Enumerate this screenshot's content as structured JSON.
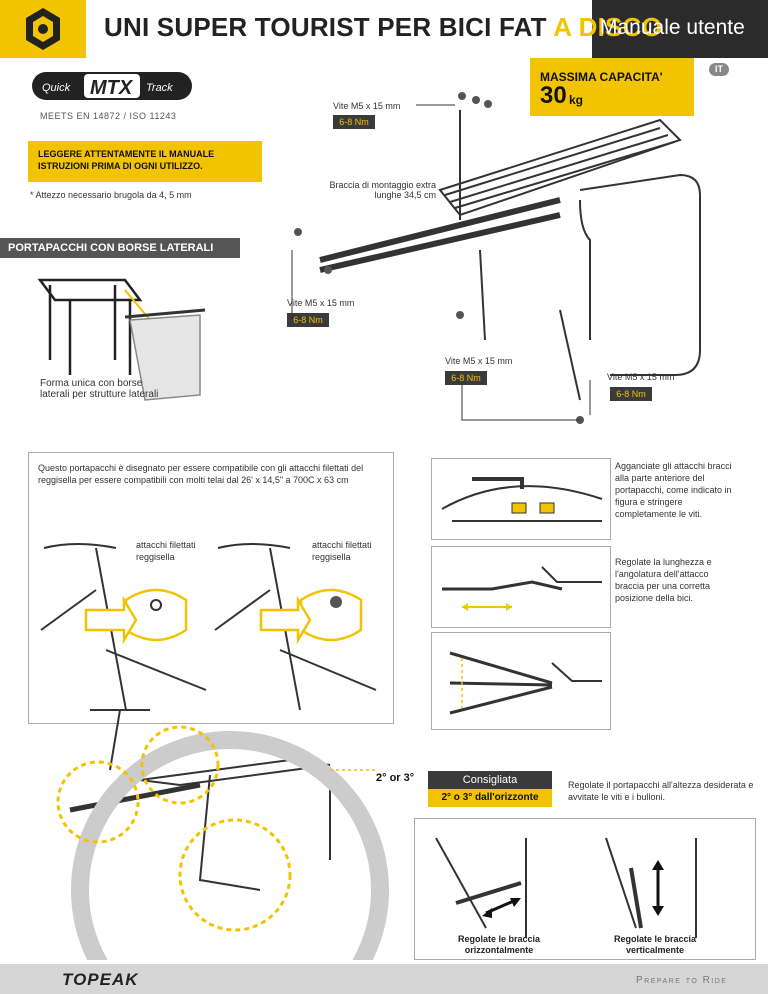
{
  "header": {
    "title_main": "UNI SUPER TOURIST PER BICI FAT",
    "title_accent": "A DISCO",
    "manual_label": "Manuale utente"
  },
  "logo": {
    "brand_mark": "QuickTrack MTX"
  },
  "standards": {
    "meets": "MEETS  EN 14872 / ISO 11243"
  },
  "capacity": {
    "label": "MASSIMA CAPACITA'",
    "value": "30",
    "unit": "kg"
  },
  "language_badge": "IT",
  "warning": "LEGGERE ATTENTAMENTE IL MANUALE ISTRUZIONI PRIMA DI OGNI UTILIZZO.",
  "tool_note": "* Attezzo necessario brugola da 4, 5 mm",
  "arms_note": "Braccia di montaggio extra lunghe 34,5 cm",
  "screws": [
    {
      "label": "Vite M5 x 15 mm",
      "torque": "6-8 Nm"
    },
    {
      "label": "Vite M5 x 15 mm",
      "torque": "6-8 Nm"
    },
    {
      "label": "Vite M5 x 15 mm",
      "torque": "6-8 Nm"
    },
    {
      "label": "Vite M5 x 15 mm",
      "torque": "6-8 Nm"
    }
  ],
  "panniers": {
    "section_title": "PORTAPACCHI CON BORSE LATERALI",
    "caption": "Forma unica con borse laterali per strutture laterali"
  },
  "compat": {
    "text": "Questo portapacchi è disegnato per essere compatibile con gli attacchi filettati del reggisella per essere compatibili con molti telai dal 26' x 14,5\" a 700C x 63 cm",
    "callout_1": "attacchi filettati reggisella",
    "callout_2": "attacchi filettati reggisella"
  },
  "steps": {
    "attach": "Agganciate gli attacchi bracci alla parte anteriore del portapacchi, come indicato in figura e stringere completamente le viti.",
    "adjust": "Regolate la lunghezza e l'angolatura dell'attacco braccia per una corretta posizione della bici."
  },
  "angle": {
    "label": "2° or 3°",
    "recommended": "Consigliata",
    "recommended_value": "2° o 3° dall'orizzonte",
    "instruction": "Regolate il portapacchi all'altezza desiderata e avvitate le viti e i bulloni."
  },
  "adjust_views": {
    "horizontal": "Regolate le braccia orizzontalmente",
    "vertical": "Regolate le braccia verticalmente"
  },
  "footer": {
    "brand": "TOPEAK",
    "tagline": "Prepare to Ride"
  },
  "colors": {
    "accent": "#f2c300",
    "dark": "#2b2b2b",
    "gray": "#d6d6d6"
  }
}
